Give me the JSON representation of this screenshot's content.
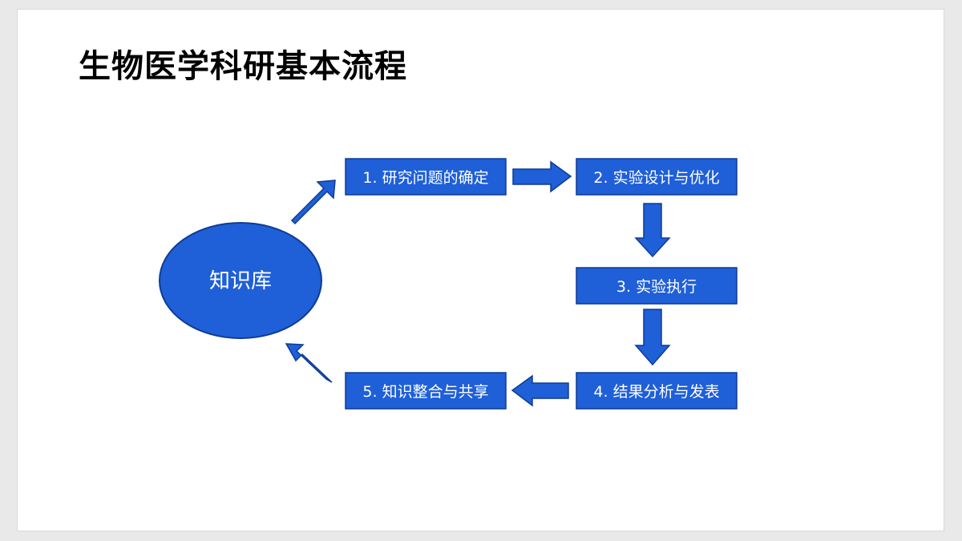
{
  "slide": {
    "title": "生物医学科研基本流程"
  },
  "diagram": {
    "hub": {
      "label": "知识库"
    },
    "steps": [
      {
        "label": "1. 研究问题的确定"
      },
      {
        "label": "2. 实验设计与优化"
      },
      {
        "label": "3. 实验执行"
      },
      {
        "label": "4. 结果分析与发表"
      },
      {
        "label": "5. 知识整合与共享"
      }
    ],
    "colors": {
      "fill": "#1f5fd8",
      "stroke": "#0e3c93",
      "text": "#ffffff"
    }
  }
}
